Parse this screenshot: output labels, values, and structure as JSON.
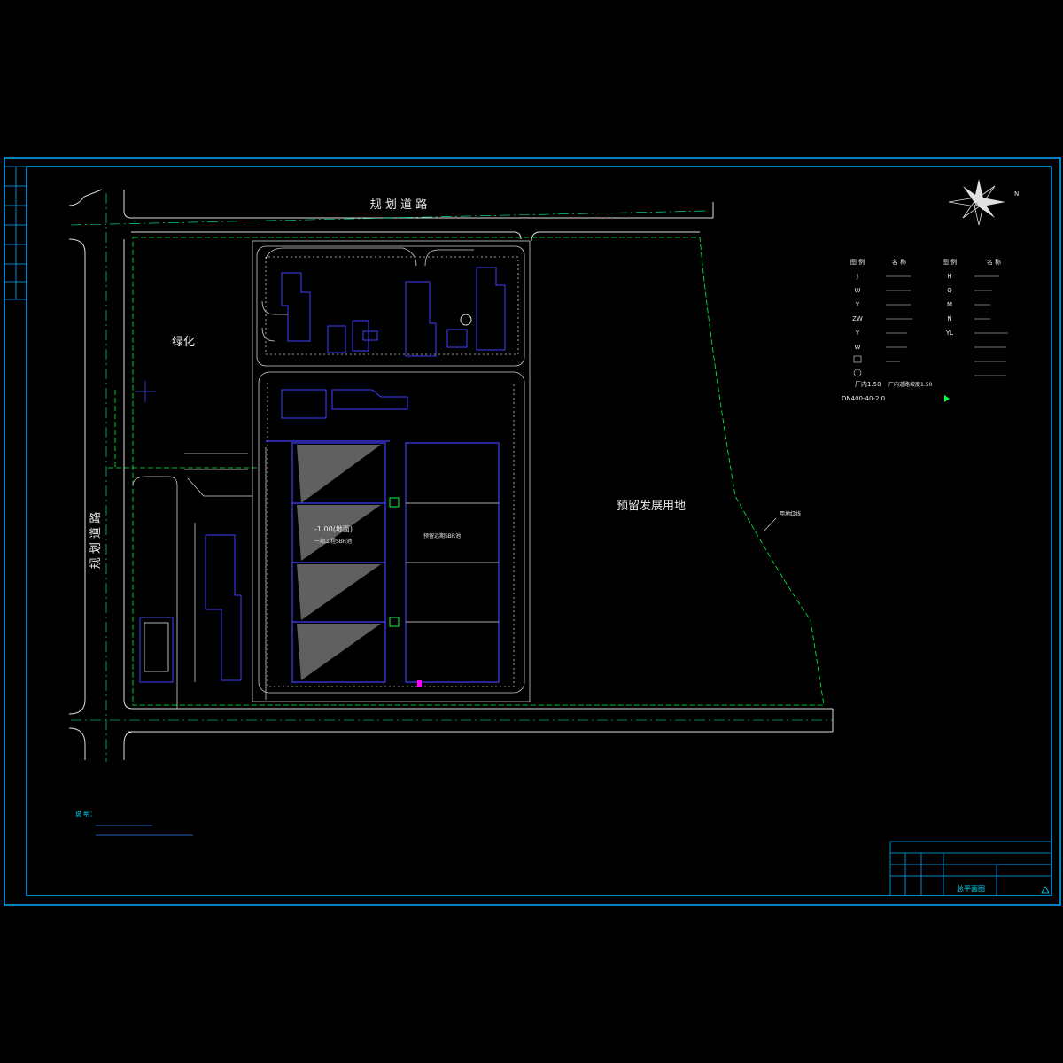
{
  "drawing": {
    "title": "总平面图",
    "labels": {
      "road_top": "规 划 道 路",
      "road_left": "规 划 道 路",
      "greening": "绿化",
      "reserved_land": "预留发展用地",
      "boundary": "用地红线",
      "sbr_level": "-1.00(地面)",
      "sbr_first": "一期工程SBR池",
      "sbr_second": "预留远期SBR池",
      "north": "N"
    },
    "legend": {
      "headers": [
        "图 例",
        "名 称",
        "图 例",
        "名 称"
      ],
      "rows": [
        {
          "sym_l": "J",
          "sym_r": "H"
        },
        {
          "sym_l": "W",
          "sym_r": "Q"
        },
        {
          "sym_l": "Y",
          "sym_r": "M"
        },
        {
          "sym_l": "ZW",
          "sym_r": "N"
        },
        {
          "sym_l": "Y",
          "sym_r": "YL"
        },
        {
          "sym_l": "W",
          "sym_r": ""
        },
        {
          "sym_l": "",
          "sym_r": ""
        }
      ],
      "extra_left_1": "厂内1.50",
      "extra_mid_1": "厂内道路坡度1.50",
      "extra_left_2": "DN400-40-2.0"
    },
    "notes": {
      "heading": "说 明："
    },
    "colors": {
      "frame": "#00aaff",
      "building": "#4040ff",
      "outline": "#d0d0d0",
      "text": "#e8e8e8",
      "green": "#00ff44",
      "hatch": "#c0c0c0",
      "magenta": "#ff00ff"
    }
  }
}
